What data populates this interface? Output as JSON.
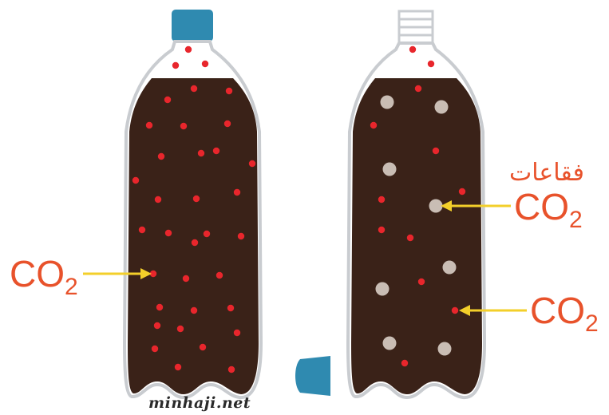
{
  "labels": {
    "co2_base": "CO",
    "co2_sub": "2",
    "bubbles_word": "فقاعات",
    "watermark": "minhaji.net"
  },
  "colors": {
    "soda": "#3a2218",
    "bottle_outline": "#c9ccd0",
    "cap": "#2f8ab0",
    "co2_dot": "#e8262c",
    "bubble": "#c9bdb4",
    "arrow": "#f3cf2a",
    "label": "#e8522b"
  },
  "icons": [
    "closed-bottle-icon",
    "open-bottle-icon",
    "bottle-cap-icon",
    "arrow-icon"
  ]
}
